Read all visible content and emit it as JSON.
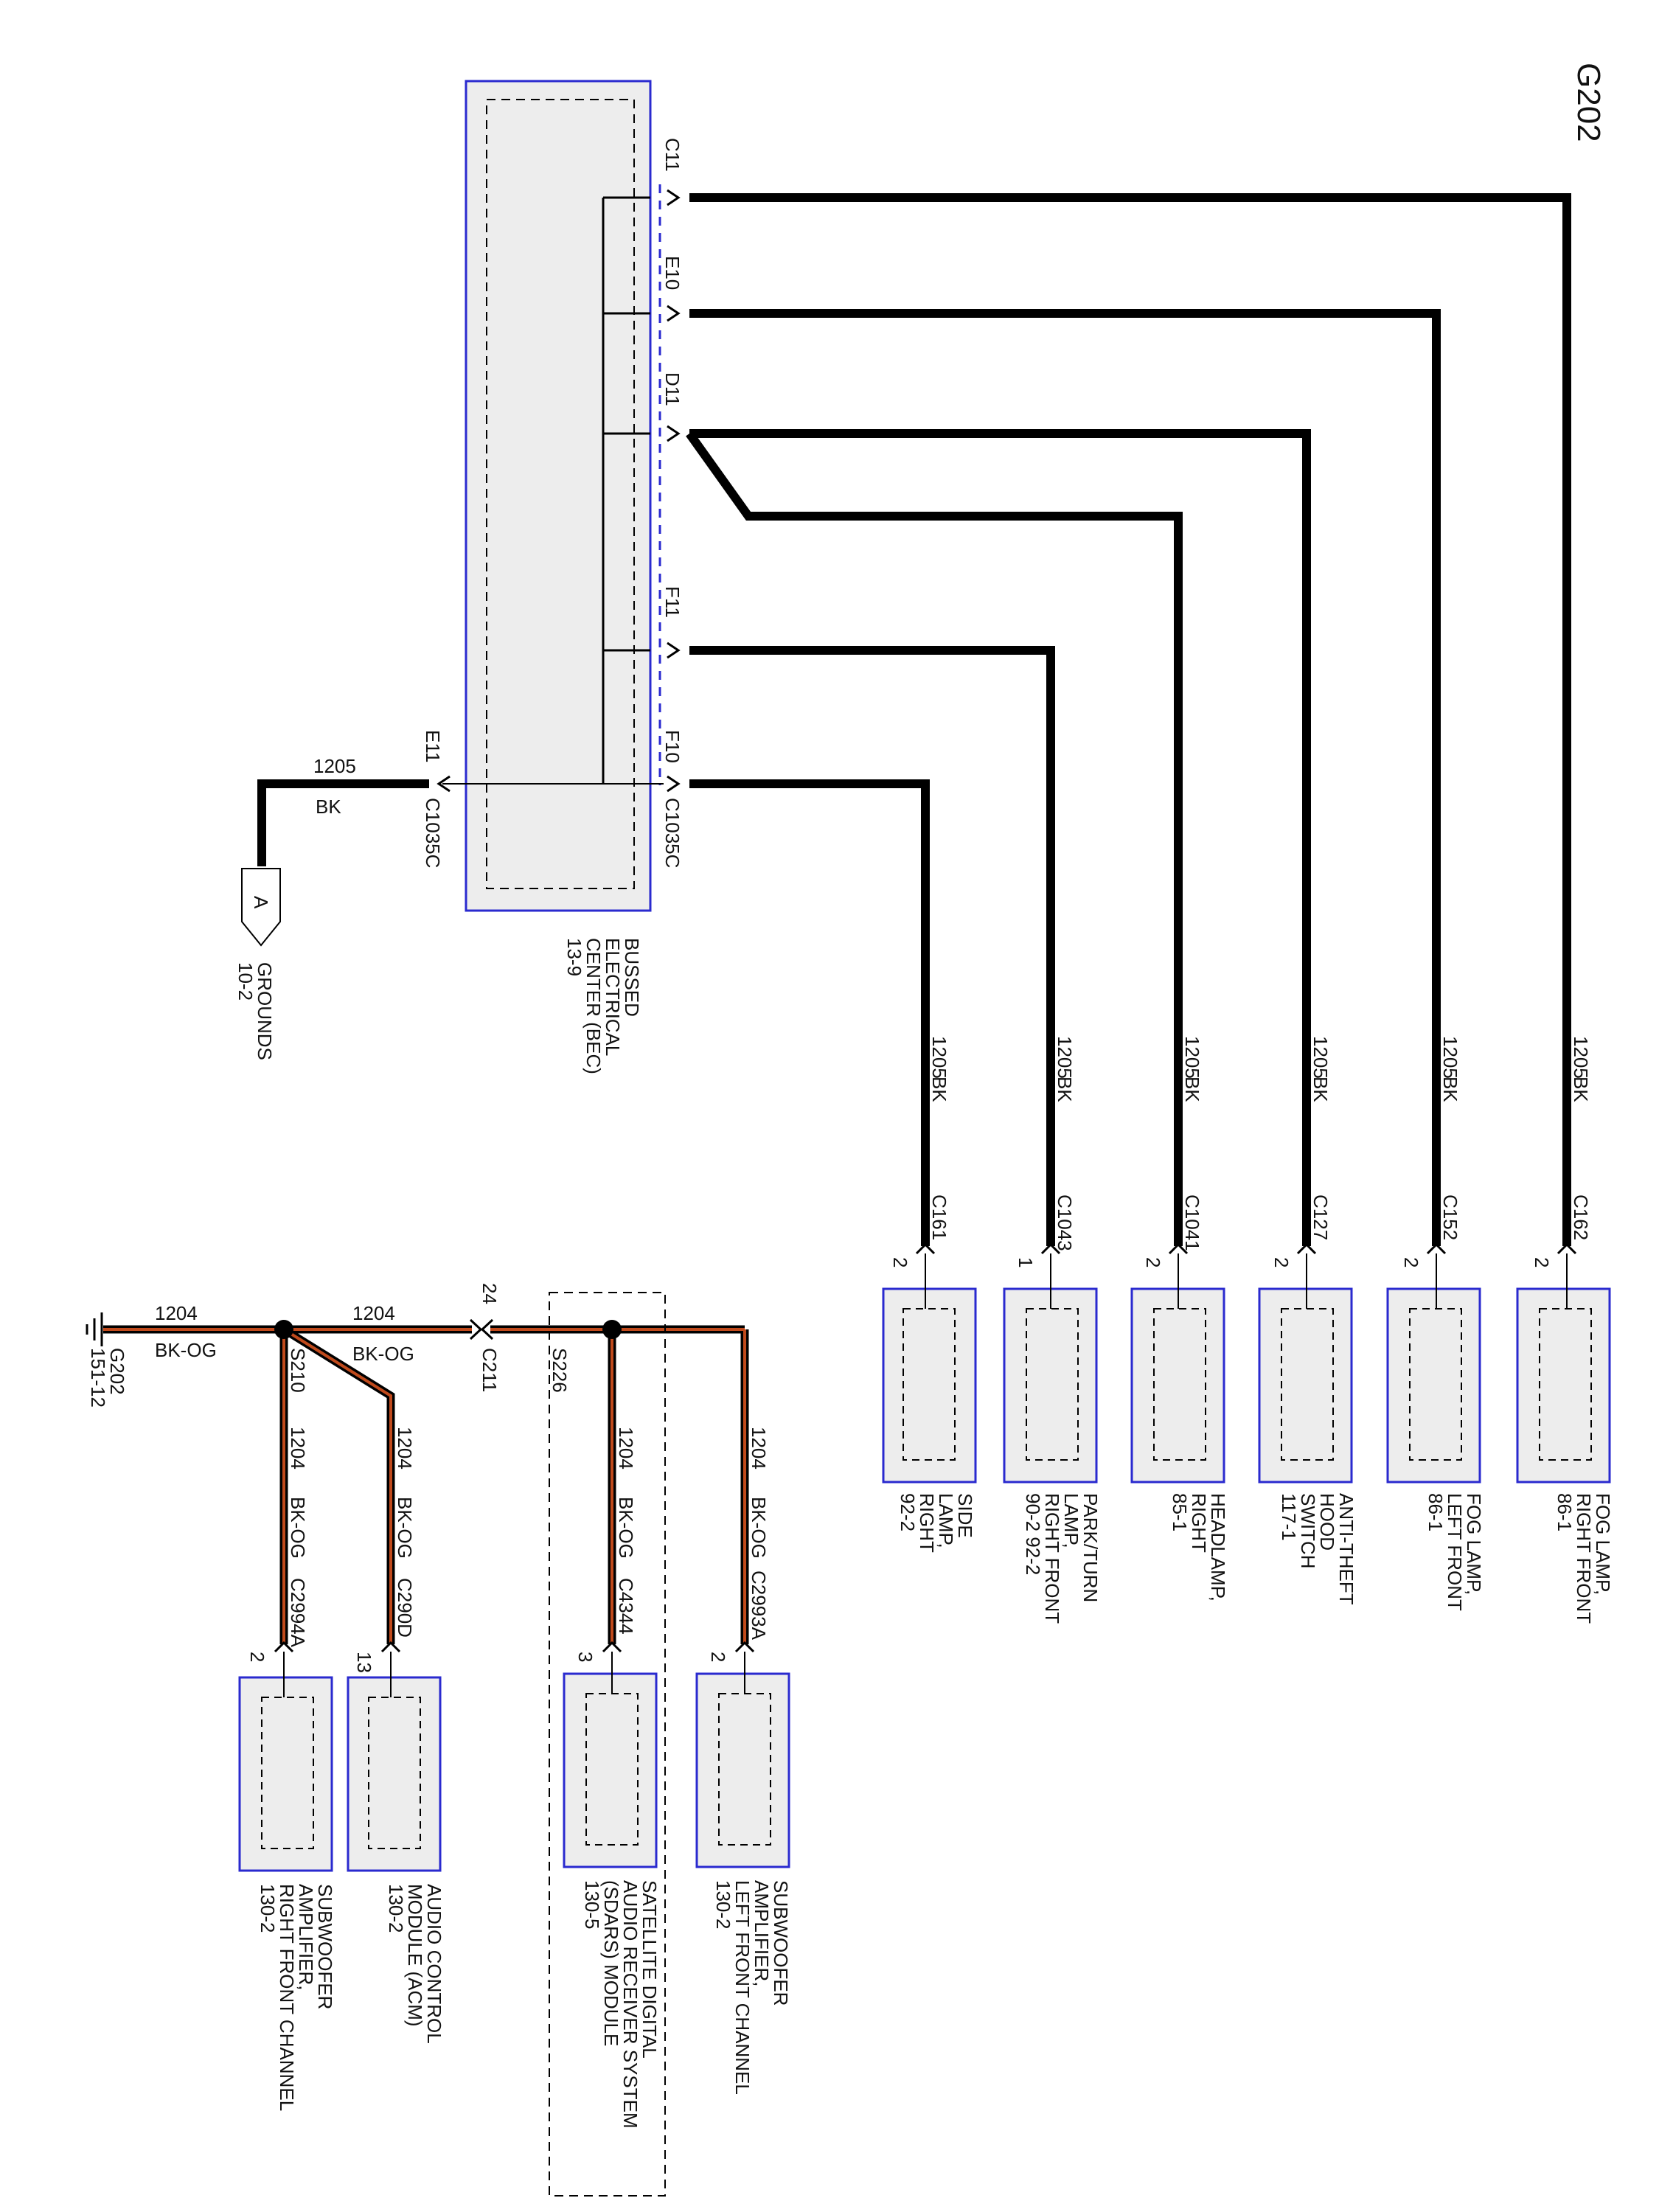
{
  "title": "G202",
  "colors": {
    "wire_black": "#000000",
    "module_border": "#2a2acf",
    "module_fill": "#ededed",
    "wire_orange": "#c04a1c"
  },
  "bec": {
    "label": [
      "BUSSED",
      "ELECTRICAL",
      "CENTER (BEC)",
      "13-9"
    ],
    "pins_right": [
      "C11",
      "E10",
      "D11",
      "F11",
      "F10"
    ],
    "left_pin": "E11",
    "connector_left": "C1035C",
    "connector_right": "C1035C"
  },
  "ground_ref": {
    "letter": "A",
    "wire": "1205",
    "color": "BK",
    "label": [
      "GROUNDS",
      "10-2"
    ]
  },
  "right_branches": [
    {
      "wire": "1205",
      "color": "BK",
      "connector": "C161",
      "pin": "2",
      "label": [
        "SIDE",
        "LAMP,",
        "RIGHT",
        "92-2"
      ]
    },
    {
      "wire": "1205",
      "color": "BK",
      "connector": "C1043",
      "pin": "1",
      "label": [
        "PARK/TURN",
        "LAMP,",
        "RIGHT FRONT",
        "90-2  92-2"
      ]
    },
    {
      "wire": "1205",
      "color": "BK",
      "connector": "C1041",
      "pin": "2",
      "label": [
        "HEADLAMP,",
        "RIGHT",
        "85-1"
      ]
    },
    {
      "wire": "1205",
      "color": "BK",
      "connector": "C127",
      "pin": "2",
      "label": [
        "ANTI-THEFT",
        "HOOD",
        "SWITCH",
        "117-1"
      ]
    },
    {
      "wire": "1205",
      "color": "BK",
      "connector": "C152",
      "pin": "2",
      "label": [
        "FOG LAMP,",
        "LEFT FRONT",
        "86-1"
      ]
    },
    {
      "wire": "1205",
      "color": "BK",
      "connector": "C162",
      "pin": "2",
      "label": [
        "FOG LAMP,",
        "RIGHT FRONT",
        "86-1"
      ]
    }
  ],
  "lower": {
    "ground": {
      "label": "G202",
      "sub": "151-12"
    },
    "main_wire": {
      "wire": "1204",
      "color": "BK-OG"
    },
    "splice_left": "S210",
    "splice_right": "S226",
    "inline": {
      "connector": "C211",
      "pin": "24",
      "wire": "1204",
      "color": "BK-OG"
    },
    "diag_color": "BK-OG",
    "drops": [
      {
        "wire": "1204",
        "color": "BK-OG",
        "connector": "C2994A",
        "pin": "2",
        "label": [
          "SUBWOOFER",
          "AMPLIFIER,",
          "RIGHT FRONT CHANNEL",
          "130-2"
        ]
      },
      {
        "wire": "1204",
        "color": "BK-OG",
        "connector": "C290D",
        "pin": "13",
        "label": [
          "AUDIO CONTROL",
          "MODULE (ACM)",
          "130-2"
        ]
      },
      {
        "wire": "1204",
        "color": "BK-OG",
        "connector": "C4344",
        "pin": "3",
        "label": [
          "SATELLITE DIGITAL",
          "AUDIO RECEIVER SYSTEM",
          "(SDARS) MODULE",
          "130-5"
        ]
      },
      {
        "wire": "1204",
        "color": "BK-OG",
        "connector": "C2993A",
        "pin": "2",
        "label": [
          "SUBWOOFER",
          "AMPLIFIER,",
          "LEFT FRONT CHANNEL",
          "130-2"
        ]
      }
    ]
  }
}
